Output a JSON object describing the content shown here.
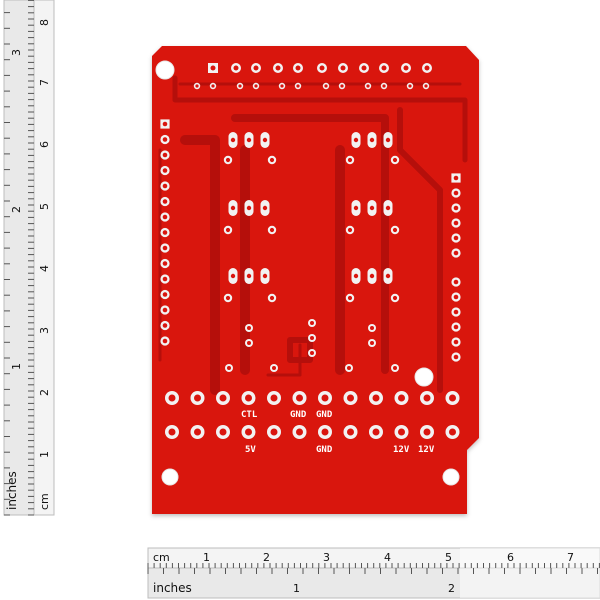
{
  "board": {
    "color": "#d9150f",
    "trace_color": "#b50f0b",
    "pad_color": "#f2f2f2",
    "silkscreen": {
      "top_row": [
        "CTL",
        "GND",
        "GND"
      ],
      "bottom_row": [
        "5V",
        "GND",
        "12V",
        "12V"
      ]
    }
  },
  "ruler_vertical": {
    "inch_label": "inches",
    "cm_label": "cm",
    "inch_numbers": [
      "1",
      "2",
      "3"
    ],
    "cm_numbers": [
      "1",
      "2",
      "3",
      "4",
      "5",
      "6",
      "7",
      "8"
    ]
  },
  "ruler_horizontal": {
    "cm_label": "cm",
    "inch_label": "inches",
    "cm_numbers": [
      "1",
      "2",
      "3",
      "4",
      "5",
      "6",
      "7"
    ],
    "inch_numbers": [
      "1",
      "2"
    ]
  }
}
